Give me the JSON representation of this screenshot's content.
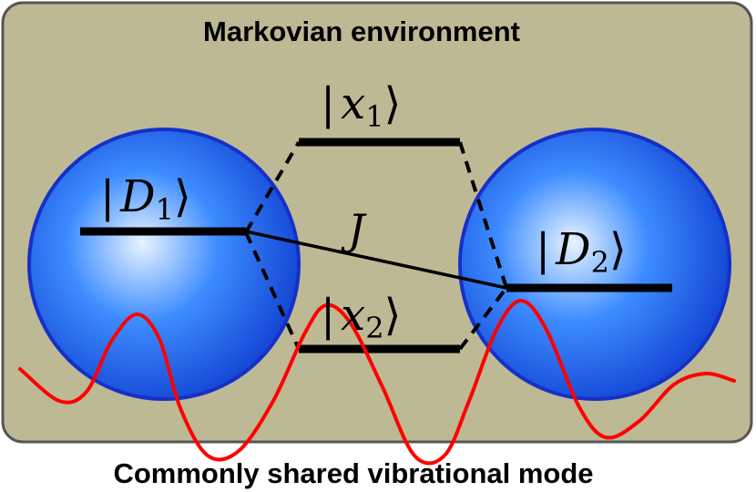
{
  "diagram": {
    "environment_label": "Markovian environment",
    "mode_label": "Commonly shared vibrational mode",
    "coupling_label": "J",
    "states": {
      "d1": {
        "open": "|",
        "symbol": "D",
        "subscript": "1",
        "close": "⟩"
      },
      "d2": {
        "open": "|",
        "symbol": "D",
        "subscript": "2",
        "close": "⟩"
      },
      "x1": {
        "open": "|",
        "symbol": "x",
        "subscript": "1",
        "close": "⟩"
      },
      "x2": {
        "open": "|",
        "symbol": "x",
        "subscript": "2",
        "close": "⟩"
      }
    },
    "colors": {
      "environment_fill": "#bdb995",
      "environment_stroke": "#555555",
      "sphere_light": "#e8f4ff",
      "sphere_mid": "#3d8cff",
      "sphere_dark": "#1040d0",
      "sphere_stroke": "#1530c8",
      "wave": "#ff0000",
      "levels": "#000000"
    }
  }
}
